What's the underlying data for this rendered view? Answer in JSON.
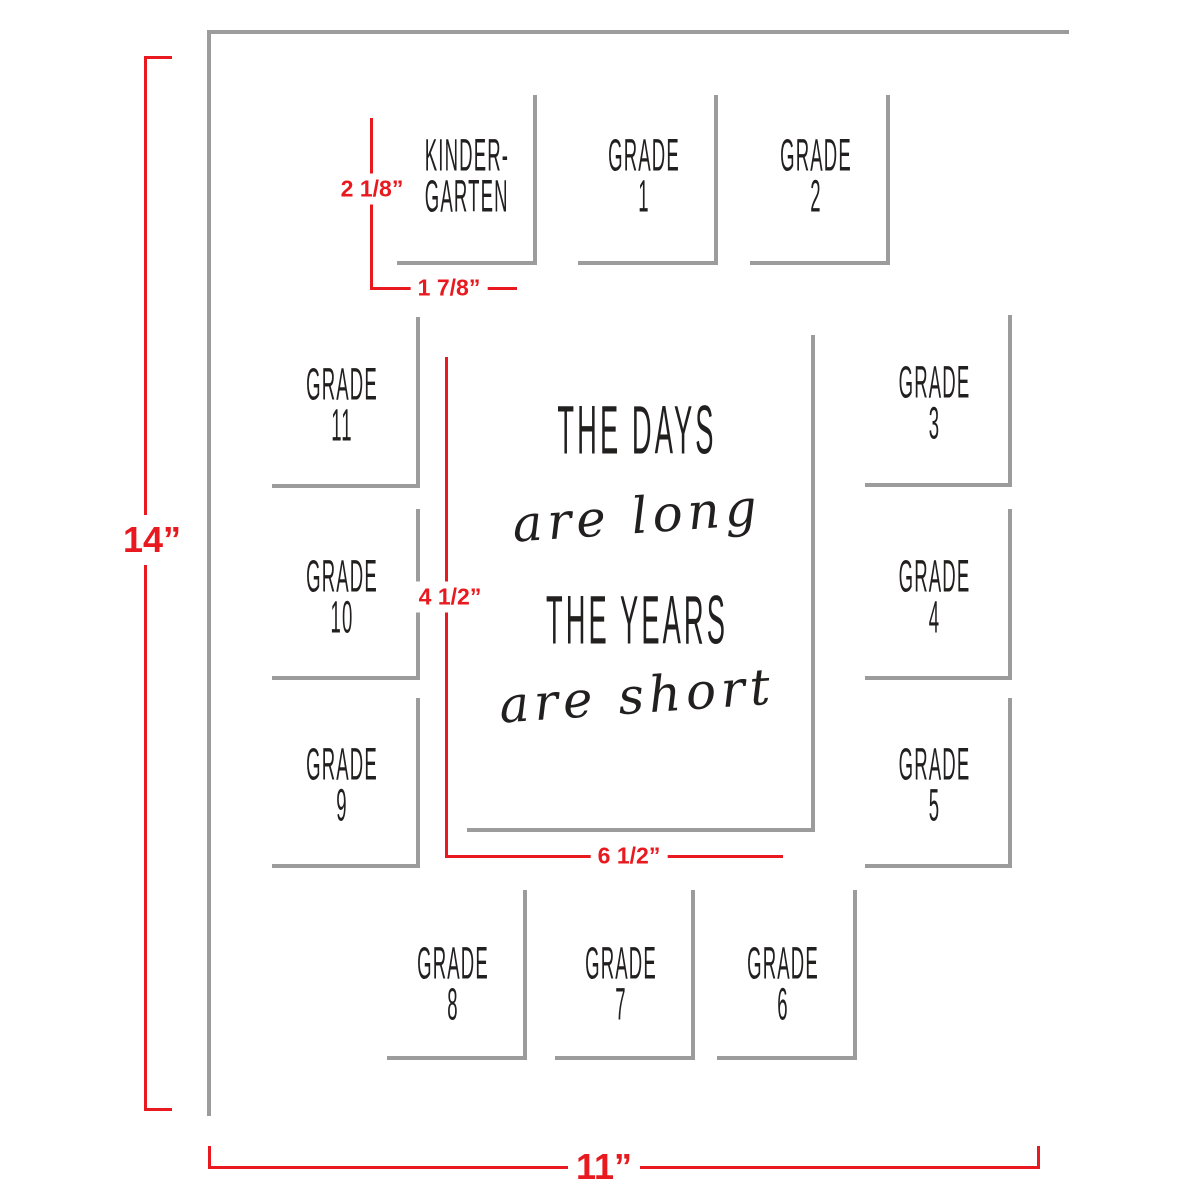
{
  "colors": {
    "accent": "#e8191f",
    "line": "#9c9c9c",
    "ink": "#221f1f"
  },
  "dimensions": {
    "mat_height": "14”",
    "mat_width": "11”",
    "small_opening_height": "2 1/8”",
    "small_opening_width": "1 7/8”",
    "center_opening_height": "4 1/2”",
    "center_opening_width": "6 1/2”"
  },
  "quote": {
    "line1": "THE DAYS",
    "line2": "are long",
    "line3": "THE YEARS",
    "line4": "are short"
  },
  "openings": [
    {
      "id": "kindergarten",
      "line1": "KINDER-",
      "line2": "GARTEN"
    },
    {
      "id": "grade-1",
      "line1": "GRADE",
      "line2": "1"
    },
    {
      "id": "grade-2",
      "line1": "GRADE",
      "line2": "2"
    },
    {
      "id": "grade-3",
      "line1": "GRADE",
      "line2": "3"
    },
    {
      "id": "grade-4",
      "line1": "GRADE",
      "line2": "4"
    },
    {
      "id": "grade-5",
      "line1": "GRADE",
      "line2": "5"
    },
    {
      "id": "grade-6",
      "line1": "GRADE",
      "line2": "6"
    },
    {
      "id": "grade-7",
      "line1": "GRADE",
      "line2": "7"
    },
    {
      "id": "grade-8",
      "line1": "GRADE",
      "line2": "8"
    },
    {
      "id": "grade-9",
      "line1": "GRADE",
      "line2": "9"
    },
    {
      "id": "grade-10",
      "line1": "GRADE",
      "line2": "10"
    },
    {
      "id": "grade-11",
      "line1": "GRADE",
      "line2": "11"
    }
  ]
}
